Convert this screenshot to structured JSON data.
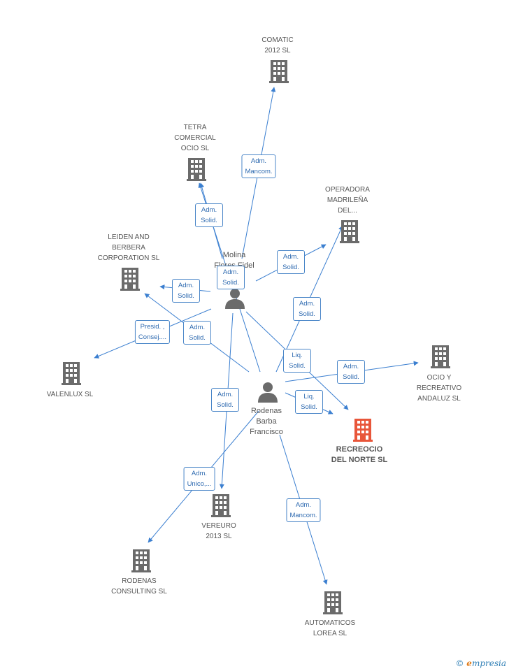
{
  "colors": {
    "edge": "#3b7fd0",
    "company": "#6b6b6b",
    "highlight": "#e8563a",
    "person": "#6b6b6b"
  },
  "companies": [
    {
      "id": "comatic",
      "label": "COMATIC\n2012 SL"
    },
    {
      "id": "tetra",
      "label": "TETRA\nCOMERCIAL\nOCIO SL"
    },
    {
      "id": "operadora",
      "label": "OPERADORA\nMADRILEÑA\nDEL..."
    },
    {
      "id": "leiden",
      "label": "LEIDEN AND\nBERBERA\nCORPORATION SL"
    },
    {
      "id": "valenlux",
      "label": "VALENLUX  SL"
    },
    {
      "id": "ocio",
      "label": "OCIO Y\nRECREATIVO\nANDALUZ SL"
    },
    {
      "id": "recreocio",
      "label": "RECREOCIO\nDEL NORTE SL",
      "main": true
    },
    {
      "id": "vereuro",
      "label": "VEREURO\n2013 SL"
    },
    {
      "id": "rodenasc",
      "label": "RODENAS\nCONSULTING  SL"
    },
    {
      "id": "automaticos",
      "label": "AUTOMATICOS\nLOREA SL"
    }
  ],
  "persons": [
    {
      "id": "molina",
      "label": "Molina\nFlores Fidel"
    },
    {
      "id": "rodenas",
      "label": "Rodenas\nBarba\nFrancisco"
    }
  ],
  "edges": [
    {
      "id": "e1",
      "from": "molina",
      "to": "comatic",
      "label": "Adm.\nMancom."
    },
    {
      "id": "e2",
      "from": "molina",
      "to": "tetra",
      "label": "Adm.\nSolid."
    },
    {
      "id": "e3",
      "from": "molina",
      "to": "operadora",
      "label": "Adm.\nSolid."
    },
    {
      "id": "e4",
      "from": "molina",
      "to": "leiden",
      "label": "Adm.\nSolid."
    },
    {
      "id": "e5",
      "from": "molina",
      "to": "valenlux",
      "label": "Presid. ,\nConsej...."
    },
    {
      "id": "e6",
      "from": "molina",
      "to": "recreocio",
      "label": "Liq.\nSolid."
    },
    {
      "id": "e7",
      "from": "molina",
      "to": "vereuro",
      "label": "Adm.\nSolid."
    },
    {
      "id": "e8",
      "from": "rodenas",
      "to": "tetra",
      "label": "Adm.\nSolid."
    },
    {
      "id": "e9",
      "from": "rodenas",
      "to": "operadora",
      "label": "Adm.\nSolid."
    },
    {
      "id": "e10",
      "from": "rodenas",
      "to": "leiden",
      "label": "Adm.\nSolid."
    },
    {
      "id": "e11",
      "from": "rodenas",
      "to": "ocio",
      "label": "Adm.\nSolid."
    },
    {
      "id": "e12",
      "from": "rodenas",
      "to": "recreocio",
      "label": "Liq.\nSolid."
    },
    {
      "id": "e13",
      "from": "rodenas",
      "to": "rodenasc",
      "label": "Adm.\nUnico,..."
    },
    {
      "id": "e14",
      "from": "rodenas",
      "to": "automaticos",
      "label": "Adm.\nMancom."
    }
  ],
  "brand": {
    "copyright": "©",
    "e": "e",
    "rest": "mpresia"
  }
}
